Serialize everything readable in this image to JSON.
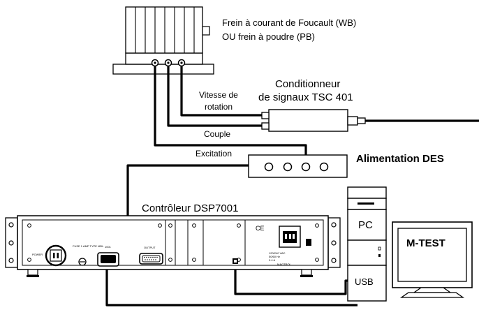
{
  "brake": {
    "line1": "Frein à courant de Foucault (WB)",
    "line2": "OU frein à poudre (PB)"
  },
  "conditioner": {
    "line1": "Conditionneur",
    "line2": "de signaux TSC 401"
  },
  "signals": {
    "speed_line1": "Vitesse de",
    "speed_line2": "rotation",
    "torque": "Couple",
    "excitation": "Excitation"
  },
  "power_supply": {
    "label": "Alimentation DES"
  },
  "controller": {
    "label": "Contrôleur DSP7001"
  },
  "pc": {
    "label": "PC",
    "usb": "USB"
  },
  "monitor": {
    "label": "M-TEST"
  },
  "panel_text": {
    "power": "POWER",
    "fuse": "FUSE 1 AMP TYPE MDL",
    "port_1001": "1001",
    "output": "OUTPUT",
    "brand": "MAGTROL",
    "ce": "CE",
    "spec1": "120/240 VAC",
    "spec2": "50/60 Hz",
    "spec3": "0.4 A"
  },
  "colors": {
    "line": "#000000",
    "background": "#ffffff"
  }
}
